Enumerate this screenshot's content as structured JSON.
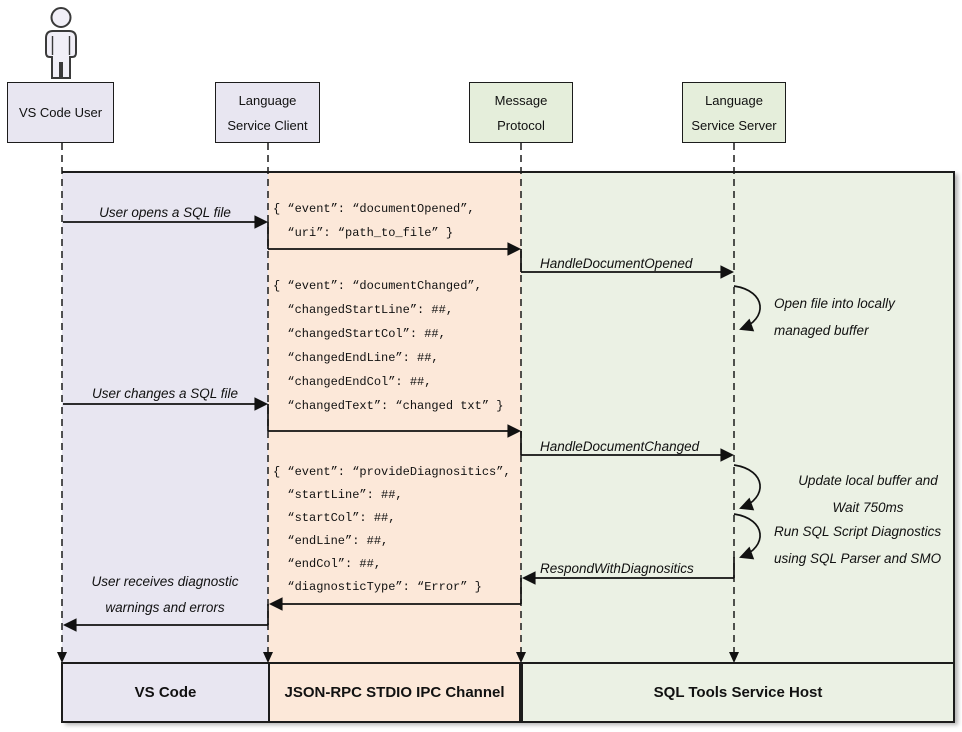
{
  "diagram_type": "sequence-diagram",
  "actors": [
    {
      "id": "vscode-user",
      "label": "VS Code User"
    },
    {
      "id": "language-service-client",
      "label": "Language\nService Client"
    },
    {
      "id": "message-protocol",
      "label": "Message\nProtocol"
    },
    {
      "id": "language-service-server",
      "label": "Language\nService Server"
    }
  ],
  "labels": {
    "user_opens": "User opens a SQL file",
    "handle_opened": "HandleDocumentOpened",
    "open_note": "Open file into locally\nmanaged buffer",
    "user_changes": "User changes a SQL file",
    "handle_changed": "HandleDocumentChanged",
    "update_note": "Update local buffer and\nWait 750ms",
    "run_note": "Run SQL Script Diagnostics\nusing SQL Parser and SMO",
    "respond": "RespondWithDiagnositics",
    "user_receives": "User receives diagnostic\nwarnings and errors"
  },
  "payloads": {
    "document_opened": "{ “event”: “documentOpened”,\n  “uri”: “path_to_file” }",
    "document_changed": "{ “event”: “documentChanged”,\n  “changedStartLine”: ##,\n  “changedStartCol”: ##,\n  “changedEndLine”: ##,\n  “changedEndCol”: ##,\n  “changedText”: “changed txt” }",
    "provide_diagnostics": "{ “event”: “provideDiagnositics”,\n  “startLine”: ##,\n  “startCol”: ##,\n  “endLine”: ##,\n  “endCol”: ##,\n  “diagnosticType”: “Error” }"
  },
  "footer": [
    {
      "label": "VS Code"
    },
    {
      "label": "JSON-RPC STDIO IPC Channel"
    },
    {
      "label": "SQL Tools Service Host"
    }
  ],
  "colors": {
    "lavender": "#e8e6f1",
    "peach": "#fce8d9",
    "green_lane": "#ebf1e4",
    "green_box": "#e5eedb",
    "line": "#1c1c1c"
  }
}
